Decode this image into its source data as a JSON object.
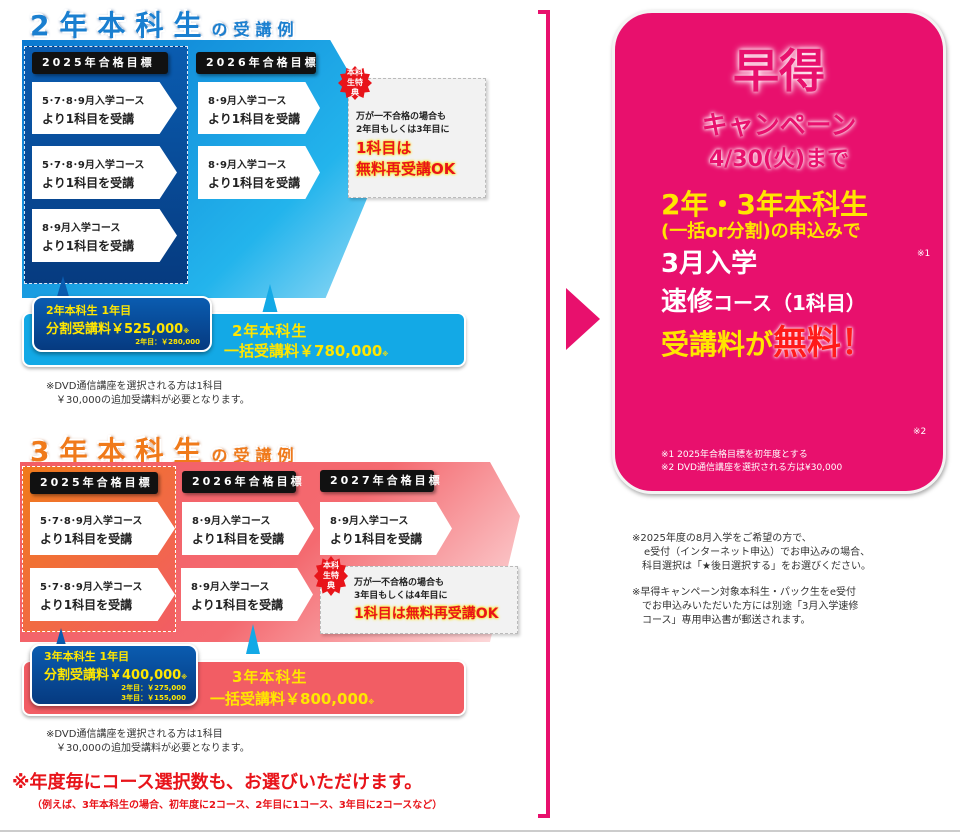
{
  "section2": {
    "title_big": "2年本科生",
    "title_small": "の受講例",
    "headers": [
      "2025年合格目標",
      "2026年合格目標"
    ],
    "col1": [
      {
        "l1": "5･7･8･9月入学コース",
        "l2": "より1科目を受講"
      },
      {
        "l1": "5･7･8･9月入学コース",
        "l2": "より1科目を受講"
      },
      {
        "l1": "8･9月入学コース",
        "l2": "より1科目を受講"
      }
    ],
    "col2": [
      {
        "l1": "8･9月入学コース",
        "l2": "より1科目を受講"
      },
      {
        "l1": "8･9月入学コース",
        "l2": "より1科目を受講"
      }
    ],
    "badge": "本科生特典",
    "benefit_l1": "万が一不合格の場合も",
    "benefit_l2": "2年目もしくは3年目に",
    "benefit_l3": "1科目は",
    "benefit_l4": "無料再受講OK",
    "installment_title": "2年本科生 1年目",
    "installment_price": "分割受講料￥525,000",
    "installment_sub": "2年目：￥280,000",
    "lump_title": "2年本科生",
    "lump_price": "一括受講料￥780,000",
    "mark": "※",
    "note_l1": "※DVD通信講座を選択される方は1科目",
    "note_l2": "￥30,000の追加受講料が必要となります。"
  },
  "section3": {
    "title_big": "3年本科生",
    "title_small": "の受講例",
    "headers": [
      "2025年合格目標",
      "2026年合格目標",
      "2027年合格目標"
    ],
    "col1": [
      {
        "l1": "5･7･8･9月入学コース",
        "l2": "より1科目を受講"
      },
      {
        "l1": "5･7･8･9月入学コース",
        "l2": "より1科目を受講"
      }
    ],
    "col2": [
      {
        "l1": "8･9月入学コース",
        "l2": "より1科目を受講"
      },
      {
        "l1": "8･9月入学コース",
        "l2": "より1科目を受講"
      }
    ],
    "col3": [
      {
        "l1": "8･9月入学コース",
        "l2": "より1科目を受講"
      }
    ],
    "badge": "本科生特典",
    "benefit_l1": "万が一不合格の場合も",
    "benefit_l2": "3年目もしくは4年目に",
    "benefit_l3": "1科目は無料再受講OK",
    "installment_title": "3年本科生 1年目",
    "installment_price": "分割受講料￥400,000",
    "installment_sub1": "2年目：￥275,000",
    "installment_sub2": "3年目：￥155,000",
    "lump_title": "3年本科生",
    "lump_price": "一括受講料￥800,000",
    "mark": "※",
    "note_l1": "※DVD通信講座を選択される方は1科目",
    "note_l2": "￥30,000の追加受講料が必要となります。"
  },
  "footer": {
    "headline": "※年度毎にコース選択数も、お選びいただけます。",
    "sub": "（例えば、3年本科生の場合、初年度に2コース、2年目に1コース、3年目に2コースなど）"
  },
  "campaign": {
    "title": "早得",
    "subtitle": "キャンペーン",
    "deadline": "4/30(火)まで",
    "line1": "2年・3年本科生",
    "line2": "(一括or分割)の申込みで",
    "line3": "3月入学",
    "line4a": "速修",
    "line4b": "コース（1科目）",
    "line5a": "受講料が",
    "line5b": "無料！",
    "ref1": "※1",
    "ref2": "※2",
    "fn1": "※1 2025年合格目標を初年度とする",
    "fn2": "※2 DVD通信講座を選択される方は¥30,000"
  },
  "side_notes": {
    "n1_l1": "※2025年度の8月入学をご希望の方で、",
    "n1_l2": "e受付（インターネット申込）でお申込みの場合、",
    "n1_l3": "科目選択は「★後日選択する」をお選びください。",
    "n2_l1": "※早得キャンペーン対象本科生・パック生をe受付",
    "n2_l2": "でお申込みいただいた方には別途「3月入学速修",
    "n2_l3": "コース」専用申込書が郵送されます。"
  },
  "colors": {
    "pink": "#e8106d",
    "blue": "#0a5cb0",
    "sky": "#13a9e6",
    "coral": "#f25d64",
    "yellow": "#ffe600"
  }
}
